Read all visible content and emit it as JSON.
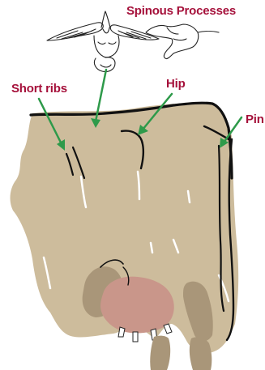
{
  "labels": {
    "spinous_processes": "Spinous Processes",
    "short_ribs": "Short ribs",
    "hip": "Hip",
    "pin": "Pin"
  },
  "colors": {
    "label_text": "#a5103a",
    "arrow": "#2e9a4a",
    "body_fill": "#cdbc9c",
    "shadow_fill": "#a99679",
    "udder_fill": "#c9968a",
    "outline": "#111111"
  }
}
